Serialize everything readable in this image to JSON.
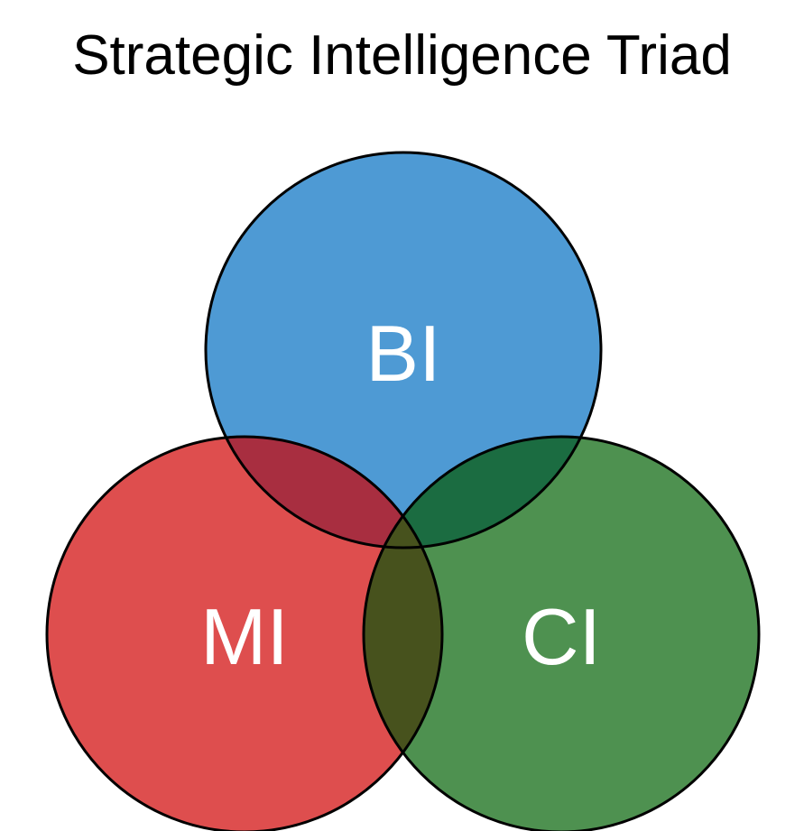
{
  "title": "Strategic Intelligence Triad",
  "circles": [
    {
      "id": "bi",
      "label": "BI",
      "color": "#4e9ad4"
    },
    {
      "id": "mi",
      "label": "MI",
      "color": "#de4e4e"
    },
    {
      "id": "ci",
      "label": "CI",
      "color": "#4e9150"
    }
  ],
  "overlaps": {
    "bi_mi": "#a82e40",
    "bi_ci": "#1b6c41",
    "mi_ci": "#47521d",
    "all": "#47521d"
  },
  "stroke_color": "#000000"
}
